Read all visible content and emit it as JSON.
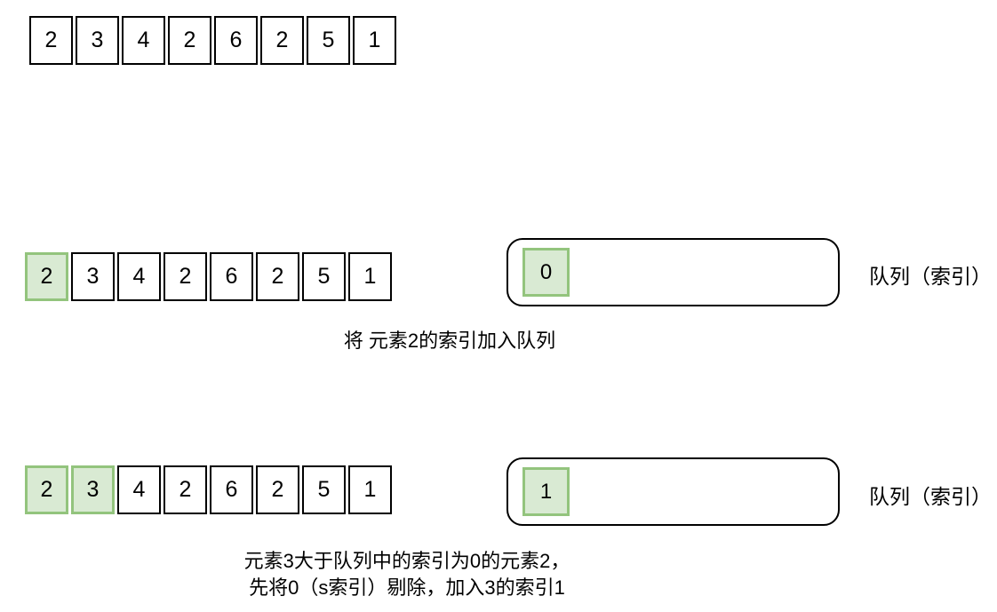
{
  "colors": {
    "highlight_fill": "#d9ead3",
    "highlight_border": "#93c47d",
    "outline": "#000000",
    "bg": "#ffffff"
  },
  "initial_array": {
    "values": [
      "2",
      "3",
      "4",
      "2",
      "6",
      "2",
      "5",
      "1"
    ]
  },
  "step1": {
    "array": {
      "values": [
        "2",
        "3",
        "4",
        "2",
        "6",
        "2",
        "5",
        "1"
      ],
      "highlighted_indices": [
        0
      ]
    },
    "queue": {
      "items": [
        "0"
      ],
      "label": "队列（索引）"
    },
    "caption": "将 元素2的索引加入队列"
  },
  "step2": {
    "array": {
      "values": [
        "2",
        "3",
        "4",
        "2",
        "6",
        "2",
        "5",
        "1"
      ],
      "highlighted_indices": [
        0,
        1
      ]
    },
    "queue": {
      "items": [
        "1"
      ],
      "label": "队列（索引）"
    },
    "caption_lines": [
      "元素3大于队列中的索引为0的元素2，",
      "先将0（s索引）剔除，加入3的索引1"
    ]
  }
}
